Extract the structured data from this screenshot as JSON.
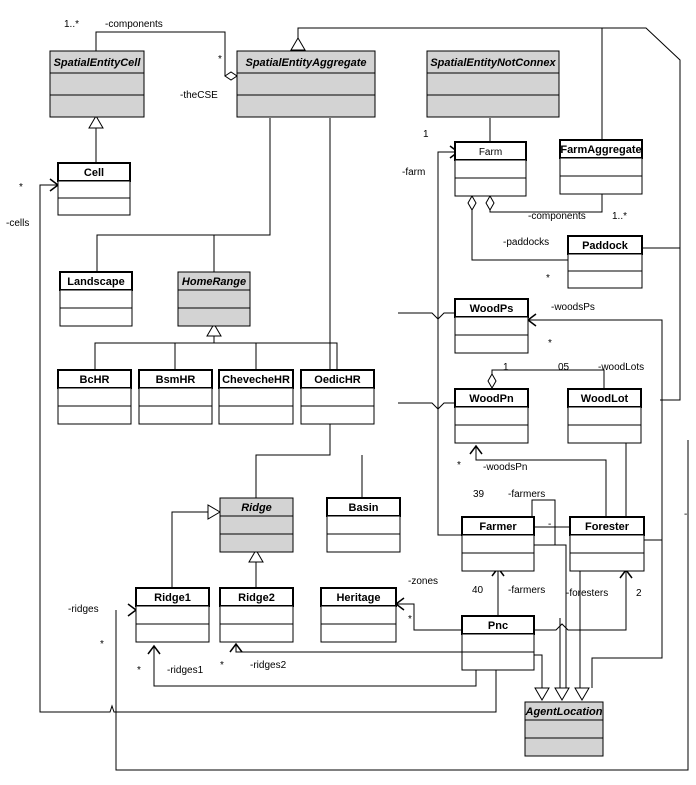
{
  "colors": {
    "abstract_fill": "#d3d3d3",
    "line": "#000000",
    "box": "#ffffff"
  },
  "classes": [
    {
      "id": "SpatialEntityCell",
      "name": "SpatialEntityCell",
      "abstract": true
    },
    {
      "id": "SpatialEntityAggregate",
      "name": "SpatialEntityAggregate",
      "abstract": true
    },
    {
      "id": "SpatialEntityNotConnex",
      "name": "SpatialEntityNotConnex",
      "abstract": true
    },
    {
      "id": "Cell",
      "name": "Cell",
      "abstract": false
    },
    {
      "id": "Farm",
      "name": "Farm",
      "abstract": false,
      "small": true
    },
    {
      "id": "FarmAggregate",
      "name": "FarmAggregate",
      "abstract": false
    },
    {
      "id": "Paddock",
      "name": "Paddock",
      "abstract": false
    },
    {
      "id": "Landscape",
      "name": "Landscape",
      "abstract": false
    },
    {
      "id": "HomeRange",
      "name": "HomeRange",
      "abstract": true
    },
    {
      "id": "WoodPs",
      "name": "WoodPs",
      "abstract": false
    },
    {
      "id": "BcHR",
      "name": "BcHR",
      "abstract": false
    },
    {
      "id": "BsmHR",
      "name": "BsmHR",
      "abstract": false
    },
    {
      "id": "ChevecheHR",
      "name": "ChevecheHR",
      "abstract": false
    },
    {
      "id": "OedicHR",
      "name": "OedicHR",
      "abstract": false
    },
    {
      "id": "WoodPn",
      "name": "WoodPn",
      "abstract": false
    },
    {
      "id": "WoodLot",
      "name": "WoodLot",
      "abstract": false
    },
    {
      "id": "Ridge",
      "name": "Ridge",
      "abstract": true
    },
    {
      "id": "Basin",
      "name": "Basin",
      "abstract": false
    },
    {
      "id": "Farmer",
      "name": "Farmer",
      "abstract": false
    },
    {
      "id": "Forester",
      "name": "Forester",
      "abstract": false
    },
    {
      "id": "Ridge1",
      "name": "Ridge1",
      "abstract": false
    },
    {
      "id": "Ridge2",
      "name": "Ridge2",
      "abstract": false
    },
    {
      "id": "Heritage",
      "name": "Heritage",
      "abstract": false
    },
    {
      "id": "Pnc",
      "name": "Pnc",
      "abstract": false
    },
    {
      "id": "AgentLocation",
      "name": "AgentLocation",
      "abstract": true
    }
  ],
  "labels": [
    {
      "id": "mult-1star-top",
      "text": "1..*"
    },
    {
      "id": "role-components-top",
      "text": "-components"
    },
    {
      "id": "mult-star-agg",
      "text": "*"
    },
    {
      "id": "role-thecse",
      "text": "-theCSE"
    },
    {
      "id": "mult-1-farm",
      "text": "1"
    },
    {
      "id": "role-farm",
      "text": "-farm"
    },
    {
      "id": "mult-star-cells",
      "text": "*"
    },
    {
      "id": "role-cells",
      "text": "-cells"
    },
    {
      "id": "role-components-farm",
      "text": "-components"
    },
    {
      "id": "mult-1star-farm",
      "text": "1..*"
    },
    {
      "id": "role-paddocks",
      "text": "-paddocks"
    },
    {
      "id": "mult-star-paddock",
      "text": "*"
    },
    {
      "id": "role-woodsps",
      "text": "-woodsPs"
    },
    {
      "id": "mult-star-woodps",
      "text": "*"
    },
    {
      "id": "mult-1-woodpn",
      "text": "1"
    },
    {
      "id": "mult-05",
      "text": "05"
    },
    {
      "id": "role-woodlots",
      "text": "-woodLots"
    },
    {
      "id": "mult-star-woodspn",
      "text": "*"
    },
    {
      "id": "role-woodspn",
      "text": "-woodsPn"
    },
    {
      "id": "mult-39",
      "text": "39"
    },
    {
      "id": "role-farmers-top",
      "text": "-farmers"
    },
    {
      "id": "role-zones",
      "text": "-zones"
    },
    {
      "id": "mult-40",
      "text": "40"
    },
    {
      "id": "role-farmers-bottom",
      "text": "-farmers"
    },
    {
      "id": "role-foresters",
      "text": "-foresters"
    },
    {
      "id": "mult-2",
      "text": "2"
    },
    {
      "id": "role-ridges",
      "text": "-ridges"
    },
    {
      "id": "mult-star-ridges",
      "text": "*"
    },
    {
      "id": "mult-star-heritage",
      "text": "*"
    },
    {
      "id": "mult-star-ridges1",
      "text": "*"
    },
    {
      "id": "role-ridges1",
      "text": "-ridges1"
    },
    {
      "id": "mult-star-ridges2",
      "text": "*"
    },
    {
      "id": "role-ridges2",
      "text": "-ridges2"
    },
    {
      "id": "mark-dash-farmer",
      "text": "-"
    },
    {
      "id": "mark-dash-right",
      "text": "-"
    }
  ]
}
